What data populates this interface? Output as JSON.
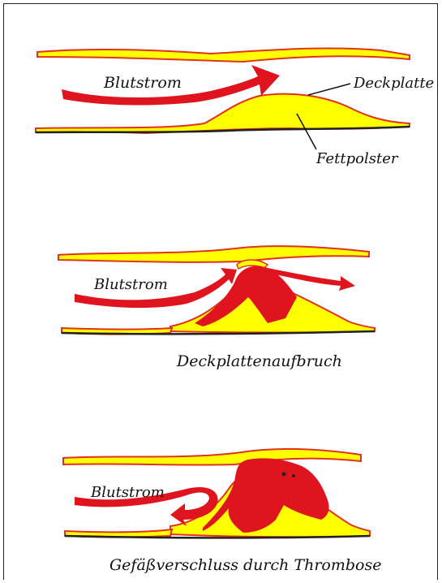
{
  "panels": [
    {
      "flow_label": "Blutstrom",
      "cap_label": "Deckplatte",
      "fat_label": "Fettpolster"
    },
    {
      "flow_label": "Blutstrom",
      "caption": "Deckplattenaufbruch"
    },
    {
      "flow_label": "Blutstrom",
      "caption": "Gefäßverschluss durch Thrombose"
    }
  ],
  "colors": {
    "vessel_wall": "#ffff00",
    "wall_edge": "#e0321e",
    "blood": "#e0141e",
    "plaque": "#ffff00",
    "outline": "#222222"
  }
}
